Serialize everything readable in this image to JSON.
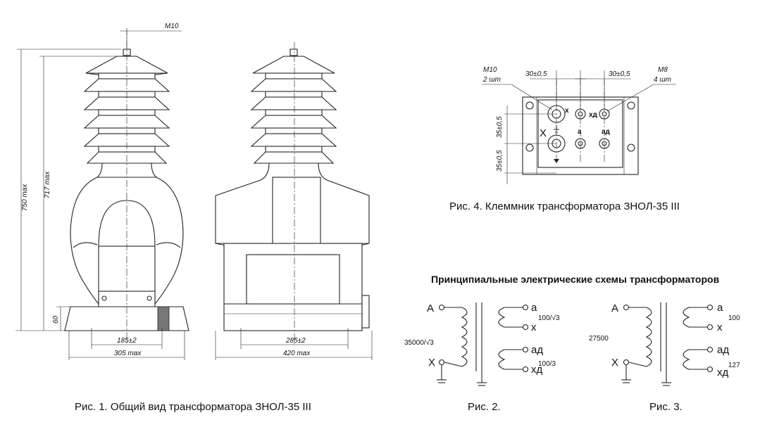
{
  "fig1": {
    "caption": "Рис. 1. Общий вид трансформатора ЗНОЛ-35 III",
    "dims": {
      "m10": "М10",
      "h750": "750 max",
      "h717": "717 max",
      "h60": "60",
      "w185": "185±2",
      "w305": "305 max",
      "w285": "285±2",
      "w420": "420 max"
    }
  },
  "fig4": {
    "caption": "Рис. 4. Клеммник трансформатора ЗНОЛ-35 III",
    "m10": "М10",
    "m10_qty": "2 шт",
    "m8": "М8",
    "m8_qty": "4 шт",
    "d30a": "30±0,5",
    "d30b": "30±0,5",
    "d35a": "35±0,5",
    "d35b": "35±0,5",
    "t_x": "x",
    "t_xd": "xд",
    "t_a": "a",
    "t_ad": "aд",
    "t_X": "X"
  },
  "schemes": {
    "title": "Принципиальные электрические схемы трансформаторов",
    "fig2": {
      "caption": "Рис. 2.",
      "A": "A",
      "X": "X",
      "primary_voltage": "35000/√3",
      "a": "a",
      "x": "x",
      "u1": "100/√3",
      "ad": "aд",
      "xd": "xд",
      "u2": "100/3"
    },
    "fig3": {
      "caption": "Рис. 3.",
      "A": "A",
      "X": "X",
      "primary_voltage": "27500",
      "a": "a",
      "x": "x",
      "u1": "100",
      "ad": "aд",
      "xd": "xд",
      "u2": "127"
    }
  }
}
